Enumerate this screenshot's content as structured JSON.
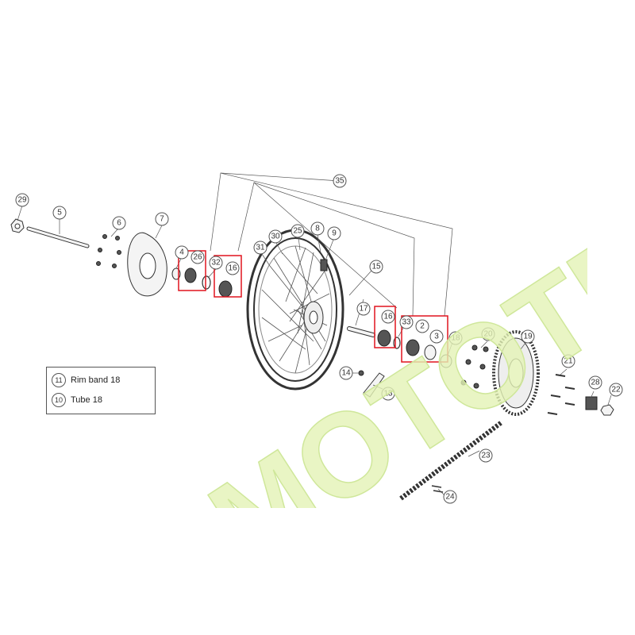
{
  "legend": {
    "items": [
      {
        "num": "11",
        "label": "Rim band 18"
      },
      {
        "num": "10",
        "label": "Tube 18"
      }
    ]
  },
  "callouts": {
    "c29": "29",
    "c5": "5",
    "c6": "6",
    "c7": "7",
    "c4": "4",
    "c26": "26",
    "c32": "32",
    "c16a": "16",
    "c31": "31",
    "c30": "30",
    "c25": "25",
    "c8": "8",
    "c9": "9",
    "c35": "35",
    "c15": "15",
    "c17": "17",
    "c16b": "16",
    "c33": "33",
    "c2": "2",
    "c3": "3",
    "c18": "18",
    "c20": "20",
    "c19": "19",
    "c14": "14",
    "c13": "13",
    "c21": "21",
    "c28": "28",
    "c22": "22",
    "c23": "23",
    "c24": "24"
  },
  "watermark_text": "MOTOTRIAL",
  "colors": {
    "highlight": "#e0141e",
    "watermark": "#e4f2b5"
  }
}
